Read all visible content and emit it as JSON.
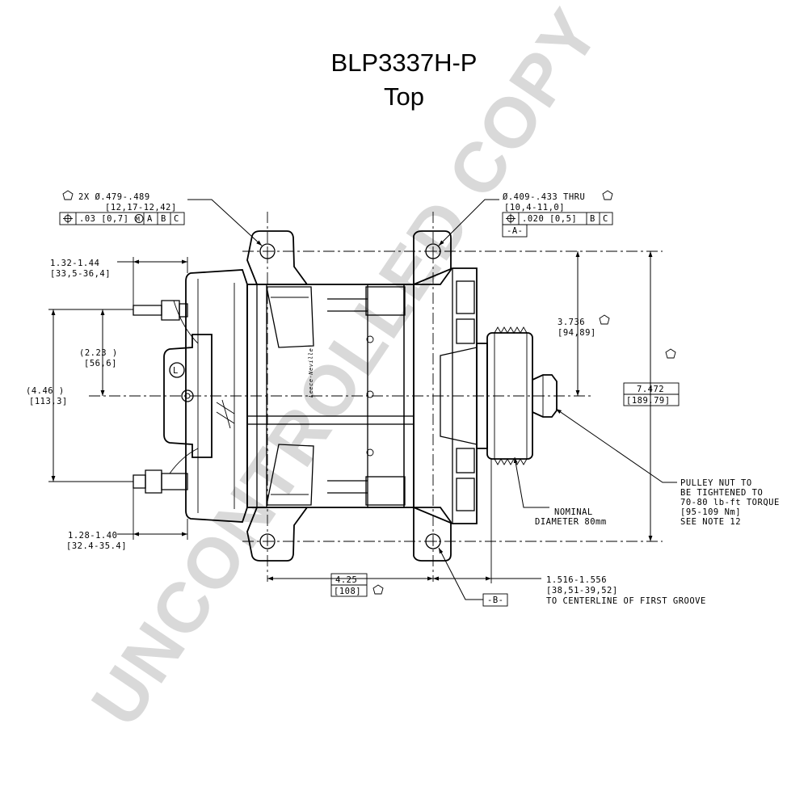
{
  "title": "BLP3337H-P",
  "subtitle": "Top",
  "watermark": "UNCONTROLLED COPY",
  "brand_mark": "Leece-Neville",
  "terminal_label": "L",
  "callouts": {
    "mount_holes_left": {
      "line1": "2X Ø.479-.489",
      "line2": "[12,17-12,42]",
      "fcf_tol": ".03 [0,7]",
      "fcf_mod": "M",
      "fcf_a": "A",
      "fcf_b": "B",
      "fcf_c": "C"
    },
    "mount_hole_right": {
      "line1": "Ø.409-.433 THRU",
      "line2": "[10,4-11,0]",
      "fcf_tol": ".020 [0,5]",
      "fcf_b": "B",
      "fcf_c": "C",
      "datum": "-A-"
    },
    "pulley_nut": {
      "line1": "PULLEY NUT TO",
      "line2": "BE TIGHTENED TO",
      "line3": "70-80 lb-ft TORQUE",
      "line4": "[95-109 Nm]",
      "line5": "SEE NOTE 12"
    },
    "nominal_diameter": {
      "line1": "NOMINAL",
      "line2": "DIAMETER 80mm"
    },
    "datum_b": "-B-"
  },
  "dimensions": {
    "d_top_term": {
      "in": "1.32-1.44",
      "mm": "[33,5-36,4]"
    },
    "d_half": {
      "in": "(2.23  )",
      "mm": "[56,6]"
    },
    "d_full": {
      "in": "(4.46  )",
      "mm": "[113,3]"
    },
    "d_bot_term": {
      "in": "1.28-1.40",
      "mm": "[32.4-35.4]"
    },
    "d_hole_center": {
      "in": "3.736",
      "mm": "[94,89]"
    },
    "d_overall": {
      "in": "7.472",
      "mm": "[189.79]"
    },
    "d_hole_spacing": {
      "in": "4.25",
      "mm": "[108]"
    },
    "d_groove": {
      "in": "1.516-1.556",
      "mm": "[38,51-39,52]",
      "note": "TO CENTERLINE OF FIRST GROOVE"
    }
  }
}
